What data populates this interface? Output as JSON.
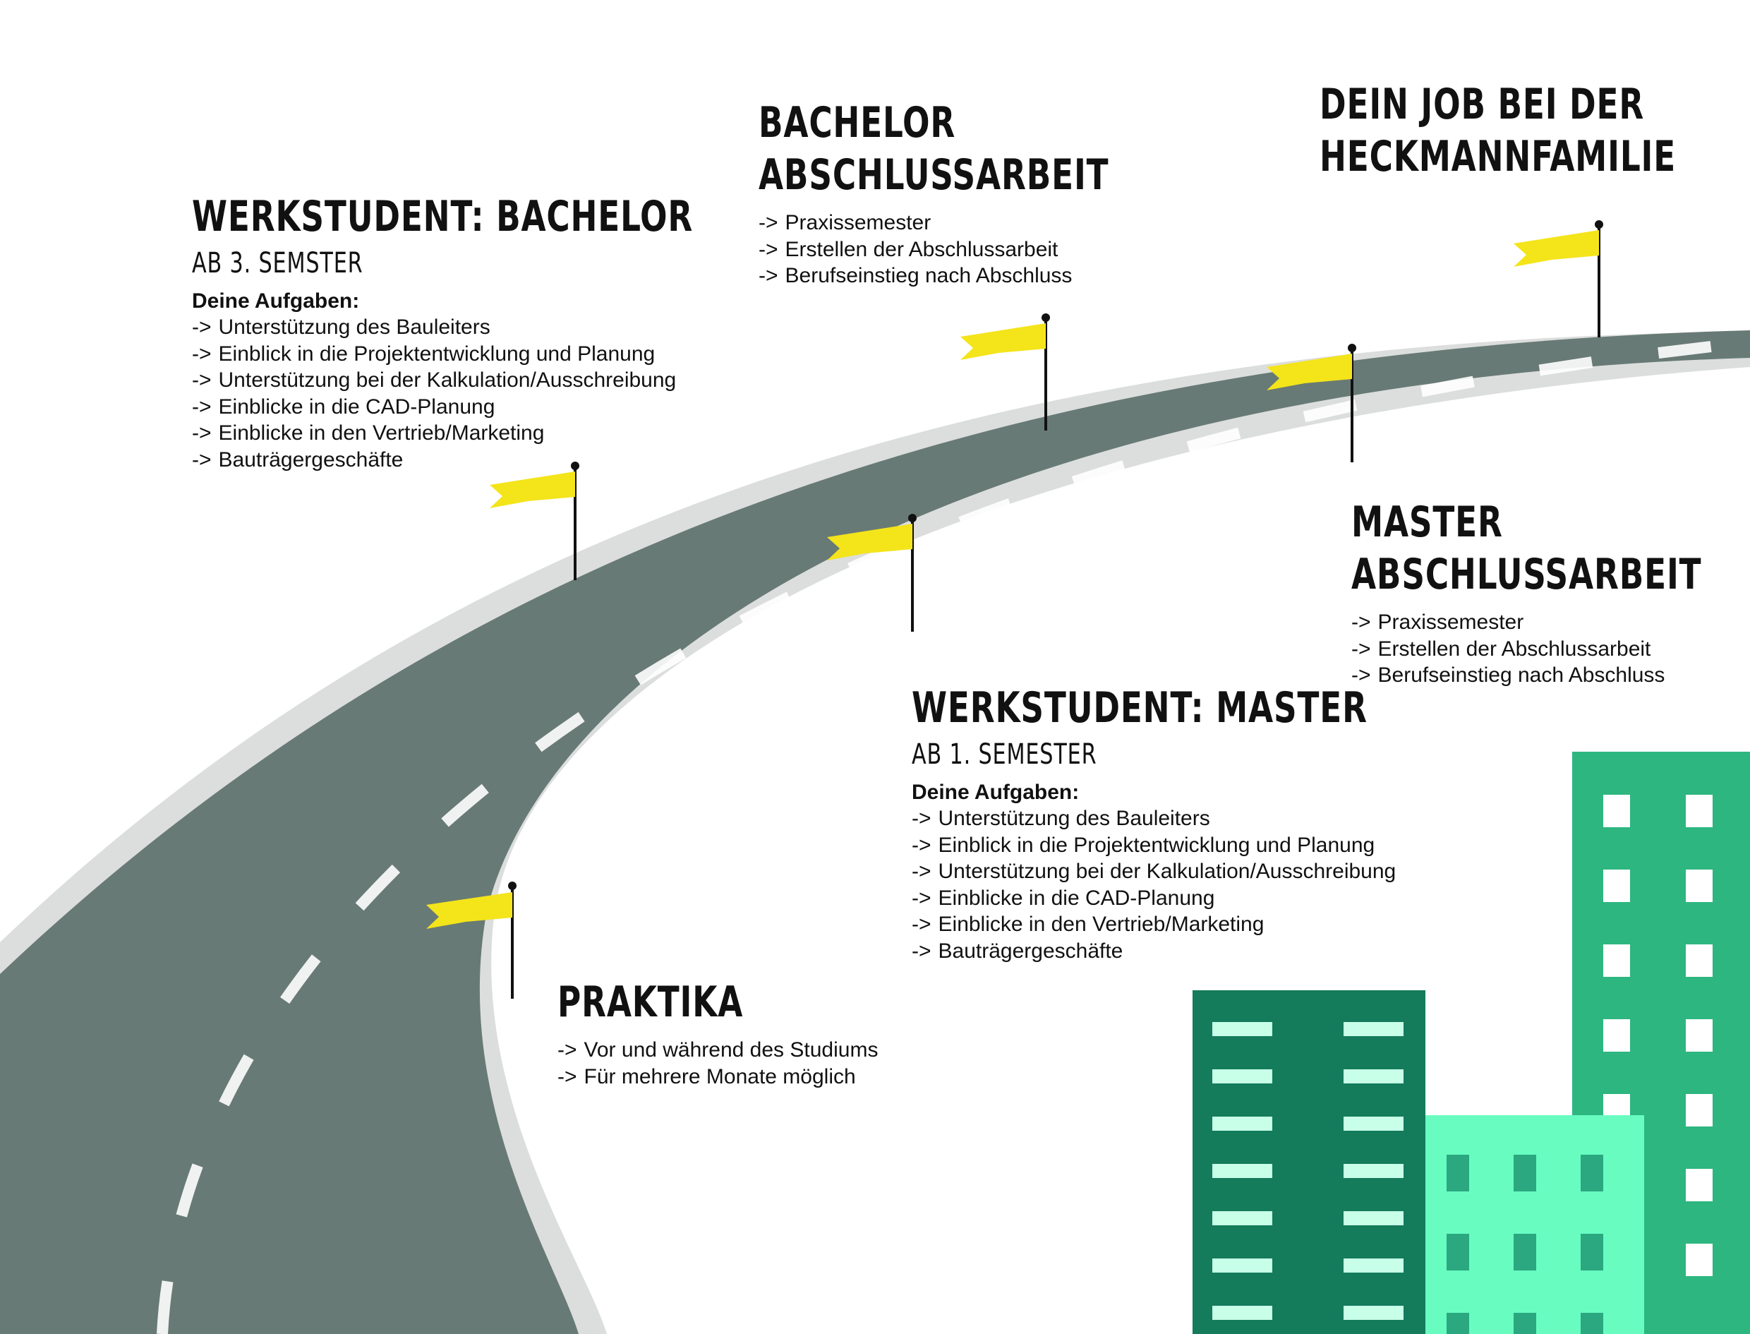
{
  "milestones": {
    "praktika": {
      "title": "Praktika",
      "items": [
        "Vor und während des Studiums",
        "Für mehrere Monate möglich"
      ]
    },
    "werkstudent_bachelor": {
      "title": "Werkstudent: Bachelor",
      "subtitle": "ab 3. Semster",
      "tasks_heading": "Deine Aufgaben:",
      "items": [
        "Unterstützung des Bauleiters",
        "Einblick in die Projektentwicklung und Planung",
        "Unterstützung bei der Kalkulation/Ausschreibung",
        "Einblicke in die CAD-Planung",
        "Einblicke in den Vertrieb/Marketing",
        "Bauträgergeschäfte"
      ]
    },
    "bachelor_abschlussarbeit": {
      "title_line1": "Bachelor",
      "title_line2": "Abschlussarbeit",
      "items": [
        "Praxissemester",
        "Erstellen der Abschlussarbeit",
        "Berufseinstieg nach Abschluss"
      ]
    },
    "werkstudent_master": {
      "title": "Werkstudent: Master",
      "subtitle": "ab 1. Semester",
      "tasks_heading": "Deine Aufgaben:",
      "items": [
        "Unterstützung des Bauleiters",
        "Einblick in die Projektentwicklung und Planung",
        "Unterstützung bei der Kalkulation/Ausschreibung",
        "Einblicke in die CAD-Planung",
        "Einblicke in den Vertrieb/Marketing",
        "Bauträgergeschäfte"
      ]
    },
    "master_abschlussarbeit": {
      "title_line1": "Master",
      "title_line2": "Abschlussarbeit",
      "items": [
        "Praxissemester",
        "Erstellen der Abschlussarbeit",
        "Berufseinstieg nach Abschluss"
      ]
    },
    "job": {
      "title_line1": "Dein Job bei der",
      "title_line2": "Heckmannfamilie"
    }
  },
  "bullet_arrow": "->",
  "colors": {
    "road": "#687a75",
    "road_shadow": "#d9dcdb",
    "lane": "#ffffff",
    "flag": "#f4e41a",
    "building_dark": "#147b5b",
    "building_light": "#68fcc1",
    "building_mid": "#2db680",
    "window_light": "#c8ffe8",
    "window_dark": "#2ba880",
    "window_white": "#ffffff",
    "text": "#111111"
  }
}
